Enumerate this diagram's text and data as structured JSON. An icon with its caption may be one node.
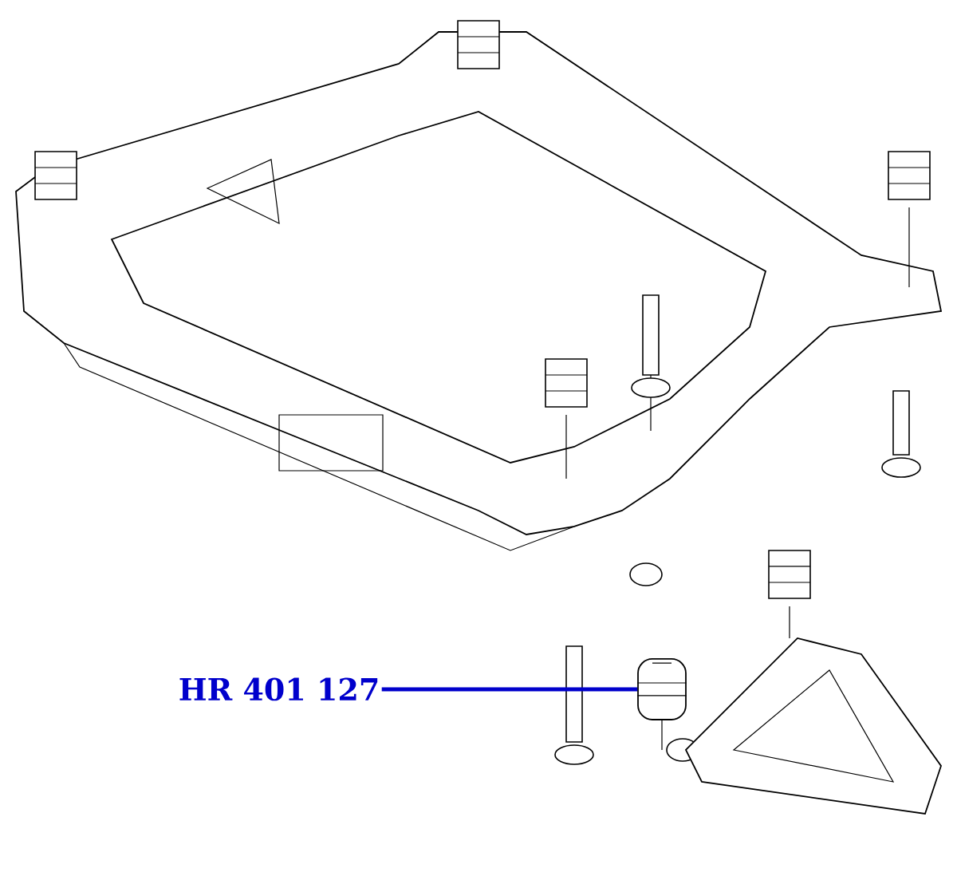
{
  "diagram": {
    "nodes": [
      {
        "text": [
          "HR 401 127"
        ]
      },
      {
        "text": [],
        "shape": "picture"
      }
    ],
    "edges": [
      {
        "from": 0,
        "to": 1,
        "arrow": "none",
        "color": "#0000cc"
      }
    ]
  }
}
